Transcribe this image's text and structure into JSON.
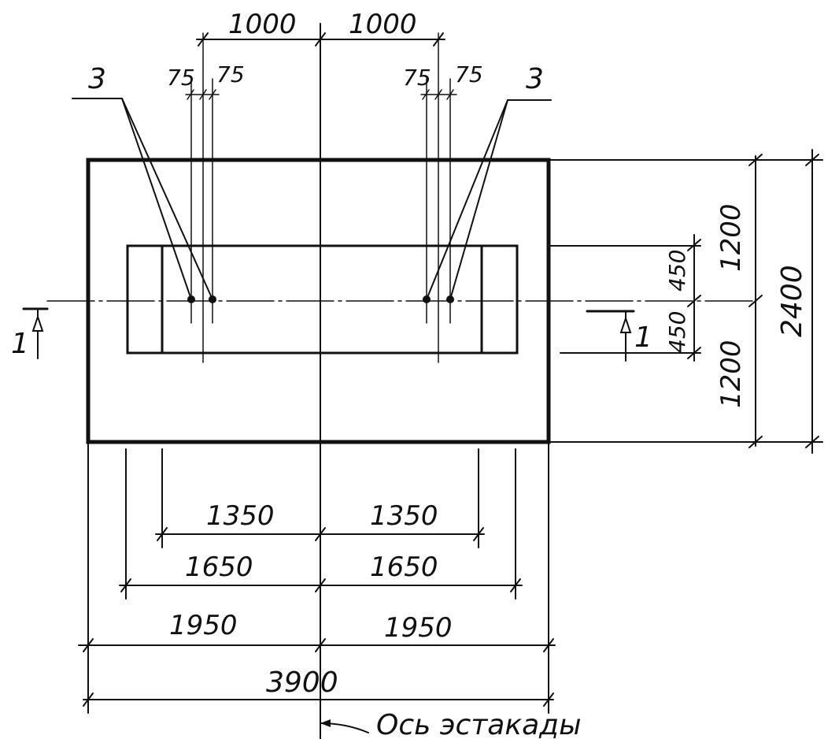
{
  "callouts": {
    "left_mark": "3",
    "right_mark": "3"
  },
  "top_dims": {
    "left_1000": "1000",
    "right_1000": "1000",
    "left_75a": "75",
    "left_75b": "75",
    "right_75a": "75",
    "right_75b": "75"
  },
  "right_dims": {
    "top_1200": "1200",
    "bottom_1200": "1200",
    "upper_450": "450",
    "lower_450": "450",
    "total_2400": "2400"
  },
  "bottom_dims": {
    "left_1350": "1350",
    "right_1350": "1350",
    "left_1650": "1650",
    "right_1650": "1650",
    "left_1950": "1950",
    "right_1950": "1950",
    "total_3900": "3900"
  },
  "section_marks": {
    "left": "1",
    "right": "1"
  },
  "axis_label": "Ось эстакады"
}
